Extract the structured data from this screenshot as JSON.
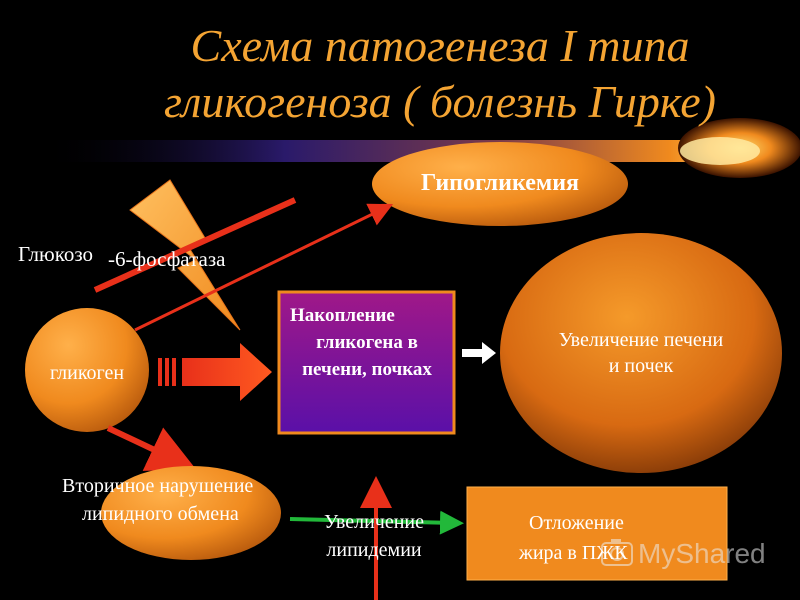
{
  "title": {
    "line1": "Схема патогенеза I типа",
    "line2": "гликогеноза ( болезнь Гирке)"
  },
  "nodes": {
    "hypoglycemia": "Гипогликемия",
    "glycogen": "гликоген",
    "accumulation": [
      "Накопление",
      "гликогена в",
      "печени, почках"
    ],
    "enlargement": [
      "Увеличение печени",
      "и почек"
    ],
    "lipid_disorder": [
      "Вторичное нарушение",
      "липидного обмена"
    ],
    "hyperlipidemia": [
      "Увеличение",
      "липидемии"
    ],
    "fat_deposit": [
      "Отложение",
      "жира в ПЖК"
    ]
  },
  "enzyme": {
    "part1": "Глюкозо",
    "part2": "-6-фосфатаза"
  },
  "watermark": "MyShared",
  "colors": {
    "title": "#f4a433",
    "background": "#000000",
    "arrow_red": "#e8301a",
    "arrow_green": "#22b83a",
    "accumulation_fill": "#7a1aa0",
    "orange_node": "#f08a1e"
  }
}
